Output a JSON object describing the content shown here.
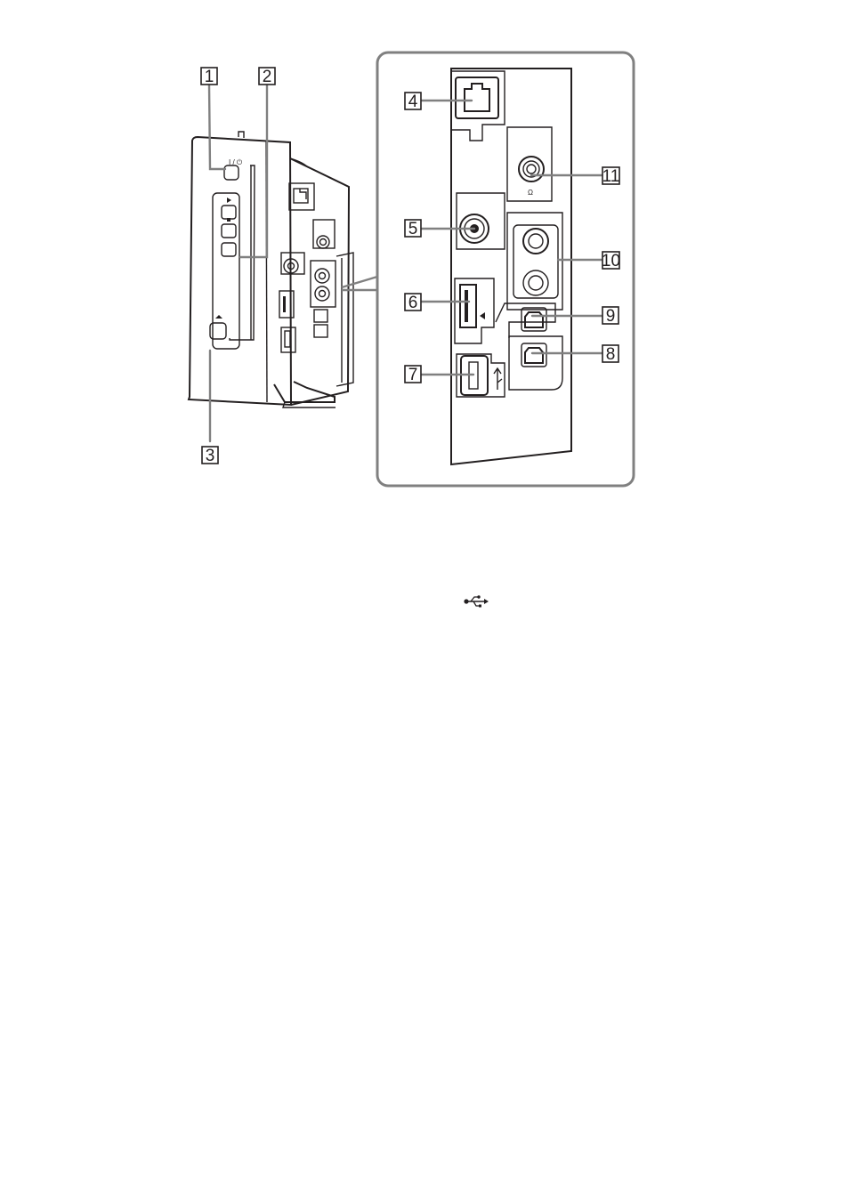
{
  "callouts": [
    {
      "id": "1",
      "label": "1"
    },
    {
      "id": "2",
      "label": "2"
    },
    {
      "id": "3",
      "label": "3"
    },
    {
      "id": "4",
      "label": "4"
    },
    {
      "id": "5",
      "label": "5"
    },
    {
      "id": "6",
      "label": "6"
    },
    {
      "id": "7",
      "label": "7"
    },
    {
      "id": "8",
      "label": "8"
    },
    {
      "id": "9",
      "label": "9"
    },
    {
      "id": "10",
      "label": "10"
    },
    {
      "id": "11",
      "label": "11"
    }
  ],
  "device": {
    "power_mark": "I / ⏻",
    "headphone_mark": "Ω"
  },
  "icons": {
    "usb": "usb-icon",
    "headphone": "headphone-icon"
  },
  "colors": {
    "ink": "#231f20",
    "leader": "#808080",
    "zoom_frame": "#808080"
  }
}
